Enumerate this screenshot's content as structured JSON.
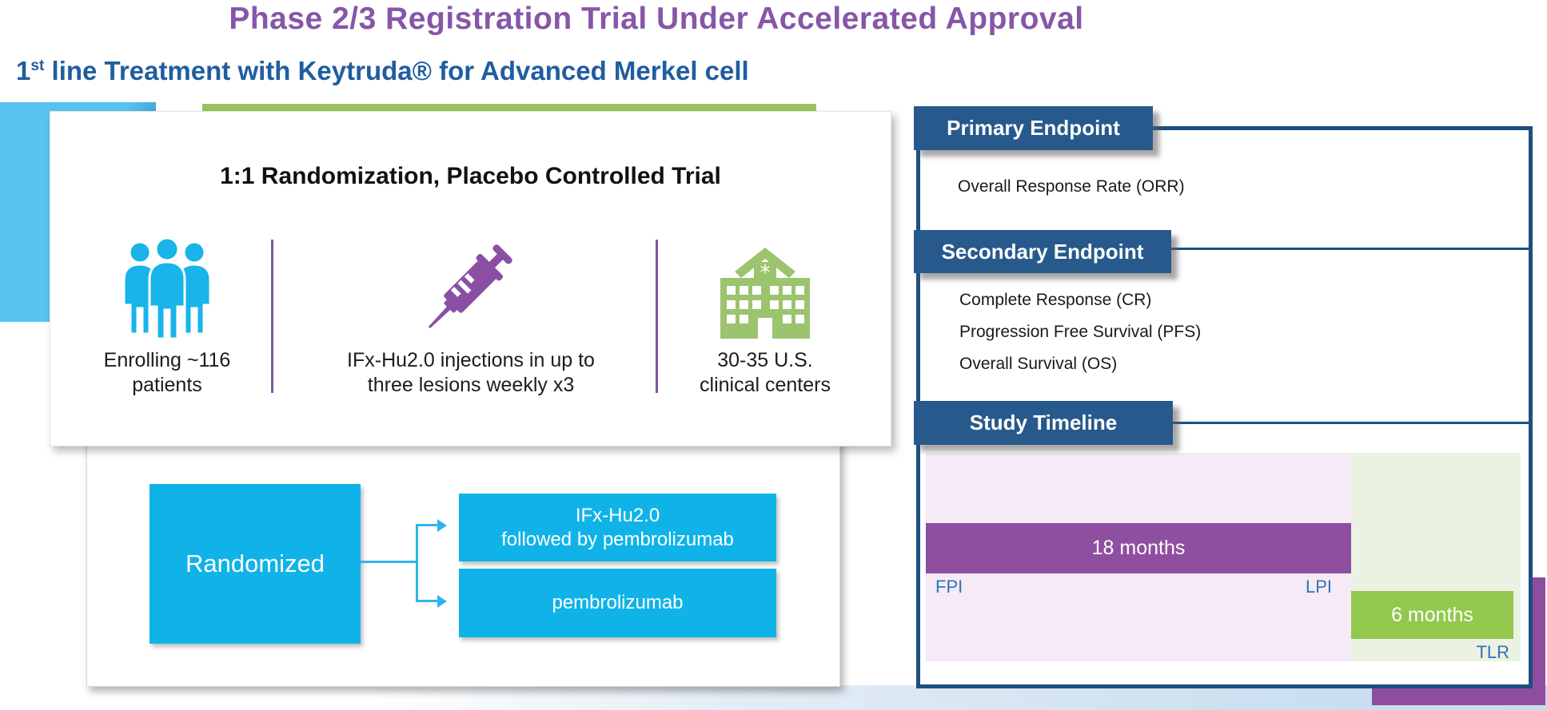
{
  "header": {
    "title": "Phase 2/3 Registration Trial Under Accelerated Approval",
    "subtitle_prefix": "1",
    "subtitle_sup": "st",
    "subtitle_rest": " line Treatment with Keytruda® for Advanced Merkel cell"
  },
  "card": {
    "title": "1:1 Randomization, Placebo Controlled Trial",
    "items": [
      {
        "icon": "patients-group-icon",
        "line1": "Enrolling ~116",
        "line2": "patients"
      },
      {
        "icon": "syringe-icon",
        "line1": "IFx-Hu2.0 injections in up to",
        "line2": "three lesions weekly x3"
      },
      {
        "icon": "hospital-icon",
        "line1": "30-35 U.S.",
        "line2": "clinical centers"
      }
    ]
  },
  "flow": {
    "root_label": "Randomized",
    "branch1_line1": "IFx-Hu2.0",
    "branch1_line2": "followed by pembrolizumab",
    "branch2_label": "pembrolizumab"
  },
  "panel": {
    "primary": {
      "label": "Primary Endpoint",
      "items": [
        "Overall Response Rate (ORR)"
      ]
    },
    "secondary": {
      "label": "Secondary Endpoint",
      "items": [
        "Complete Response (CR)",
        "Progression Free Survival (PFS)",
        "Overall Survival (OS)"
      ]
    },
    "timeline": {
      "label": "Study Timeline",
      "bar1_label": "18 months",
      "bar1_start": "FPI",
      "bar1_end": "LPI",
      "bar2_label": "6 months",
      "bar2_end": "TLR"
    }
  },
  "colors": {
    "title_purple": "#8656A8",
    "subtitle_blue": "#1F5DA0",
    "accent_cyan": "#10B3E8",
    "accent_purple": "#8F4FA0",
    "accent_green": "#92C84E",
    "muted_green": "#9CC360",
    "tab_blue": "#27598C",
    "panel_border_blue": "#1D4F80",
    "timeline_lavender": "#F5EAF5",
    "timeline_lightgreen": "#ECF2E2",
    "timeline_label_blue": "#2E74B5"
  }
}
